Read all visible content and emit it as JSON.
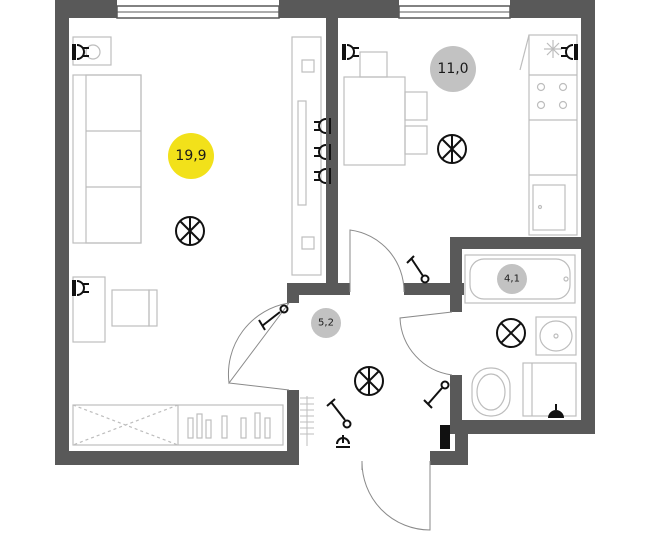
{
  "rooms": [
    {
      "id": "living-room",
      "area": "19,9",
      "badge_color": "#f2e11a"
    },
    {
      "id": "kitchen",
      "area": "11,0",
      "badge_color": "#c2c2c2"
    },
    {
      "id": "hallway",
      "area": "5,2",
      "badge_color": "#c2c2c2"
    },
    {
      "id": "bathroom",
      "area": "4,1",
      "badge_color": "#c2c2c2"
    }
  ],
  "colors": {
    "wall": "#595959",
    "furniture": "#bdbdbd",
    "symbols": "#111111"
  },
  "icons": [
    "ceiling-light-icon",
    "socket-icon",
    "switch-icon",
    "fuse-box-icon"
  ]
}
